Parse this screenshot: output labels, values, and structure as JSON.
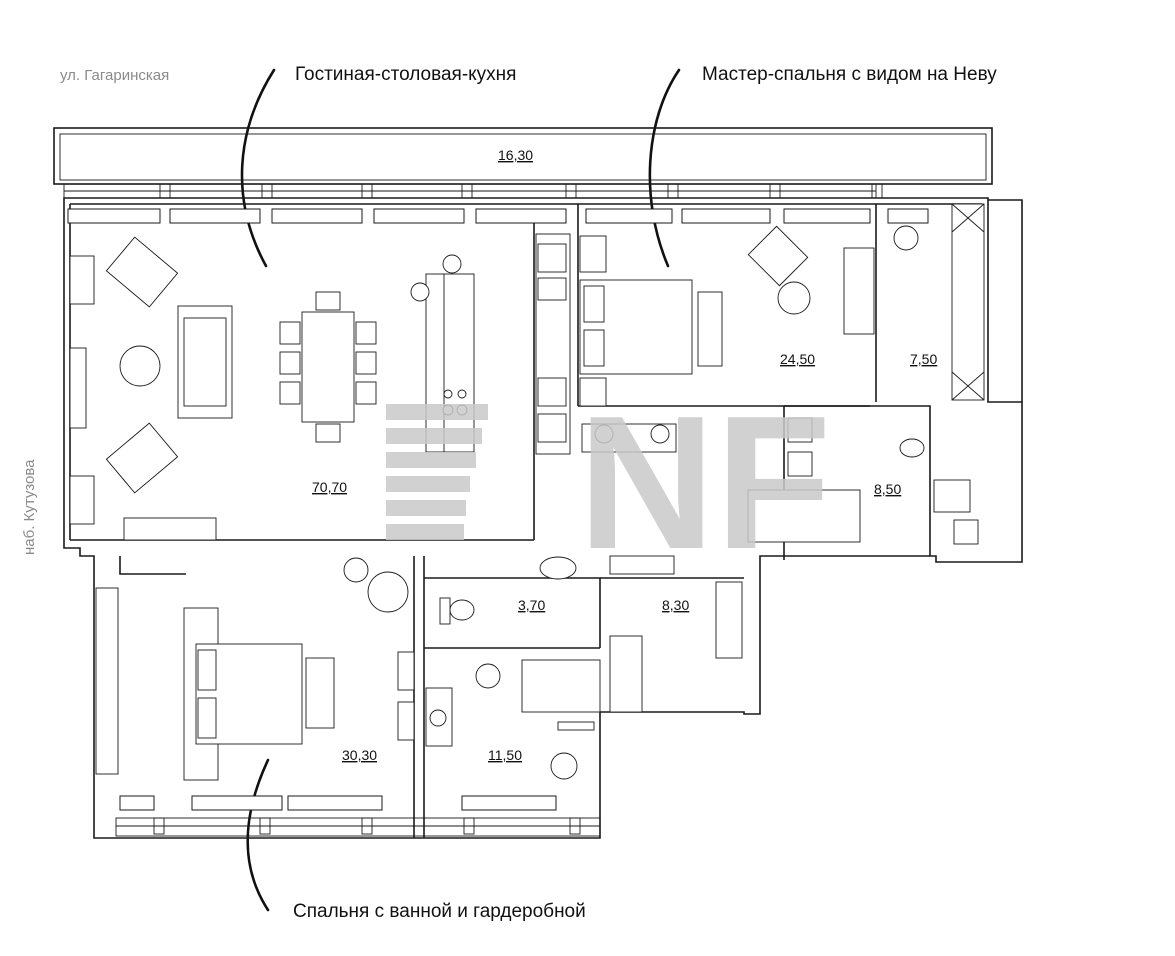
{
  "streets": {
    "top": "ул. Гагаринская",
    "left": "наб. Кутузова"
  },
  "callouts": {
    "living": "Гостиная-столовая-кухня",
    "master": "Мастер-спальня с видом на Неву",
    "bedroom": "Спальня с ванной и гардеробной"
  },
  "areas": {
    "balcony": "16,30",
    "living": "70,70",
    "master": "24,50",
    "wardrobe_master": "7,50",
    "bath_master": "8,50",
    "wc": "3,70",
    "bath_2": "8,30",
    "bedroom": "30,30",
    "bath_bedroom": "11,50"
  },
  "watermark": "NF",
  "colors": {
    "ink": "#1a1a1a",
    "street_text": "#8a8a8a",
    "watermark": "#c9c9c9"
  }
}
